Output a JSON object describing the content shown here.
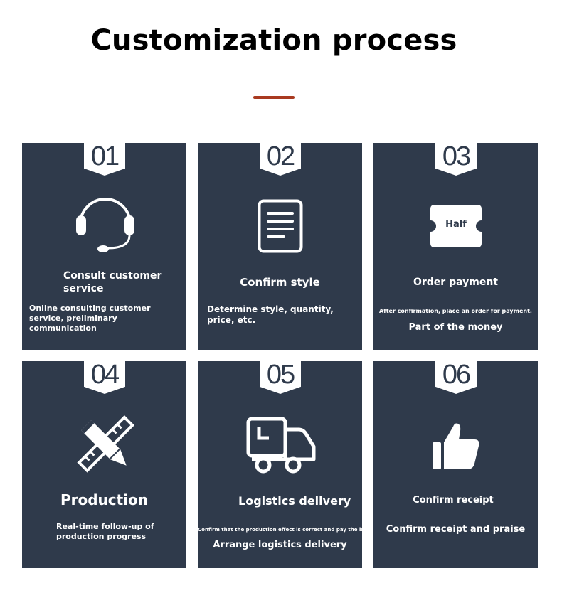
{
  "page": {
    "title": "Customization process",
    "accent_color": "#a93a20",
    "card_color": "#2f3a4b"
  },
  "steps": [
    {
      "number": "01",
      "icon": "headset-icon",
      "title": "Consult customer service",
      "desc": "Online consulting customer service, preliminary communication"
    },
    {
      "number": "02",
      "icon": "document-icon",
      "title": "Confirm style",
      "desc": "Determine style, quantity, price, etc."
    },
    {
      "number": "03",
      "icon": "ticket-icon",
      "icon_label": "Half",
      "title": "Order payment",
      "desc": "After confirmation, place an order for payment.",
      "extra": "Part of the money"
    },
    {
      "number": "04",
      "icon": "pencil-ruler-icon",
      "title": "Production",
      "desc": "Real-time follow-up of production progress"
    },
    {
      "number": "05",
      "icon": "truck-icon",
      "title": "Logistics delivery",
      "desc": "Confirm that the production effect is correct and pay the balance",
      "extra": "Arrange logistics delivery"
    },
    {
      "number": "06",
      "icon": "thumbs-up-icon",
      "title": "Confirm receipt",
      "desc": "Confirm receipt and praise"
    }
  ]
}
